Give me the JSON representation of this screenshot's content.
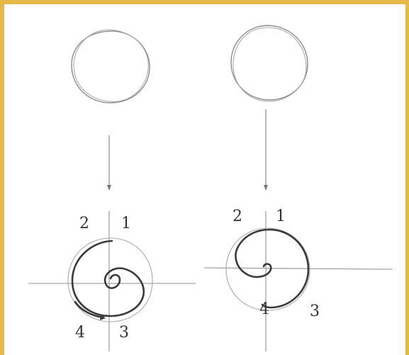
{
  "diagram": {
    "left": {
      "quadrant_labels": [
        "2",
        "1",
        "4",
        "3"
      ]
    },
    "right": {
      "quadrant_labels": [
        "2",
        "1",
        "4",
        "3"
      ]
    }
  },
  "colors": {
    "frame": "#e6b84a",
    "panel": "#ffffff",
    "pencil": "#8c8c8c",
    "ink": "#3a3a3a"
  }
}
